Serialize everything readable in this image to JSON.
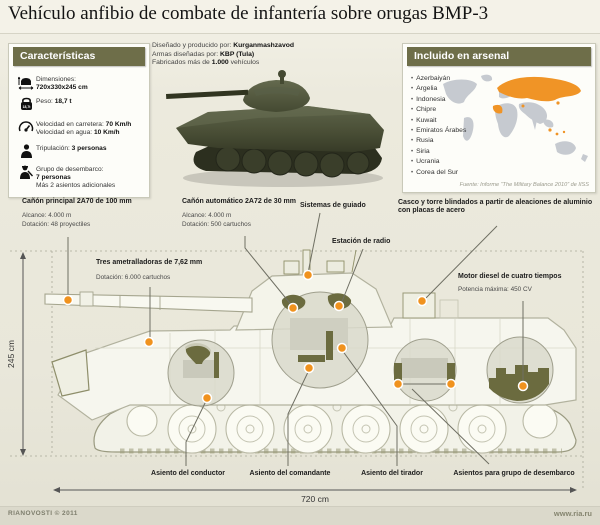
{
  "title": "Vehículo anfibio de combate de infantería sobre orugas BMP-3",
  "intro": {
    "produced_label": "Diseñado y producido por: ",
    "produced_value": "Kurganmashzavod",
    "weapons_label": "Armas diseñadas por: ",
    "weapons_value": "KBP (Tula)",
    "made_label": "Fabricados más de ",
    "made_value": "1.000",
    "made_suffix": " vehículos"
  },
  "characteristics": {
    "header": "Características",
    "dimensions_label": "Dimensiones:",
    "dimensions_value": "720x330x245 cm",
    "weight_label": "Peso: ",
    "weight_value": "18,7 t",
    "weight_icon_text": "18,7t",
    "road_speed_label": "Velocidad en carretera: ",
    "road_speed_value": "70 Km/h",
    "water_speed_label": "Velocidad en agua: ",
    "water_speed_value": "10 Km/h",
    "crew_label": "Tripulación: ",
    "crew_value": "3 personas",
    "troop_label": "Grupo de desembarco:",
    "troop_value": "7 personas",
    "troop_extra": "Más 2 asientos adicionales"
  },
  "arsenal": {
    "header": "Incluido en arsenal",
    "countries": [
      "Azerbaiyán",
      "Argelia",
      "Indonesia",
      "Chipre",
      "Kuwait",
      "Emiratos Árabes",
      "Rusia",
      "Siria",
      "Ucrania",
      "Corea del Sur"
    ],
    "source": "Fuente: Informe “The Military Balance 2010” de IISS"
  },
  "callouts": {
    "main_gun": {
      "title": "Cañón principal 2A70 de 100 mm",
      "sub1": "Alcance: 4.000 m",
      "sub2": "Dotación: 48 proyectiles"
    },
    "machine_guns": {
      "title": "Tres ametralladoras de 7,62 mm",
      "sub1": "Dotación: 6.000 cartuchos"
    },
    "auto_cannon": {
      "title": "Cañón automático 2A72 de 30 mm",
      "sub1": "Alcance: 4.000 m",
      "sub2": "Dotación: 500 cartuchos"
    },
    "guidance": {
      "title": "Sistemas de guiado"
    },
    "radio": {
      "title": "Estación de radio"
    },
    "armor": {
      "title": "Casco y torre blindados a partir de aleaciones de aluminio con placas de acero"
    },
    "engine": {
      "title": "Motor diesel de cuatro tiempos",
      "sub1": "Potencia máxima: 450 CV"
    },
    "seat_driver": {
      "title": "Asiento del conductor"
    },
    "seat_commander": {
      "title": "Asiento del comandante"
    },
    "seat_gunner": {
      "title": "Asiento del tirador"
    },
    "seats_troop": {
      "title": "Asientos para grupo de desembarco"
    }
  },
  "dimensions": {
    "height": "245 cm",
    "length": "720 cm"
  },
  "footer": {
    "brand": "RIANOVOSTI © 2011",
    "site": "www.ria.ru"
  },
  "colors": {
    "accent_orange": "#F0921E",
    "olive_header": "#6E6E49",
    "diagram_olive": "#6B6B3F",
    "map_highlight": "#F09426"
  }
}
